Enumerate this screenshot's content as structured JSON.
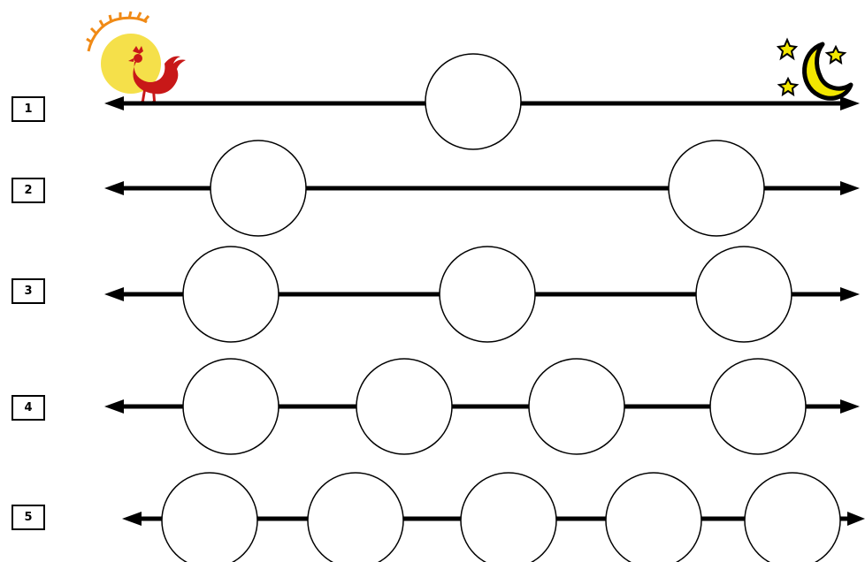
{
  "rows": [
    {
      "label": "1",
      "circles": 1
    },
    {
      "label": "2",
      "circles": 2
    },
    {
      "label": "3",
      "circles": 3
    },
    {
      "label": "4",
      "circles": 4
    },
    {
      "label": "5",
      "circles": 5
    }
  ],
  "icons": {
    "start": "sun-rooster-icon",
    "end": "moon-stars-icon"
  },
  "colors": {
    "sun": "#f5e04a",
    "sun_rays": "#f08a16",
    "rooster": "#c81818",
    "moon": "#f2e600",
    "line": "#000000"
  }
}
